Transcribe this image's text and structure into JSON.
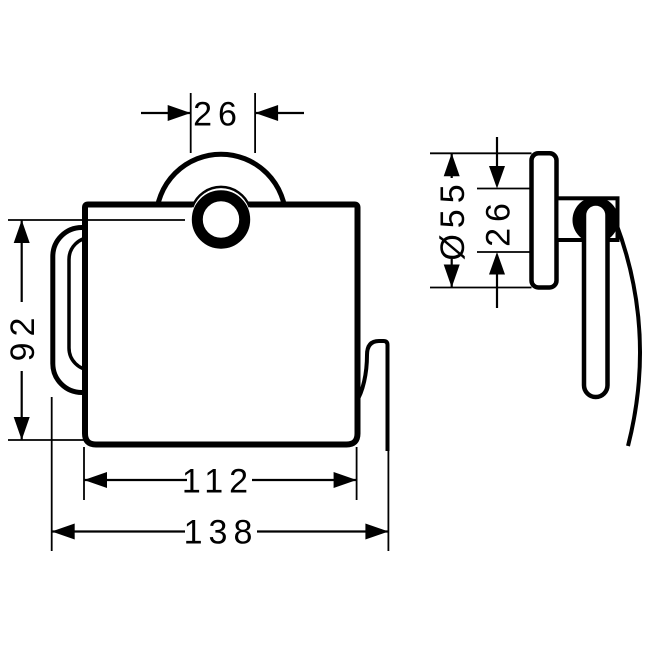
{
  "colors": {
    "line": "#000000",
    "background": "#ffffff"
  },
  "front_view": {
    "dims": {
      "roll_width": "26",
      "height": "92",
      "cover_width": "112",
      "total_width": "138"
    }
  },
  "side_view": {
    "dims": {
      "plate_diameter": "Ø55",
      "arm_offset": "26"
    }
  }
}
